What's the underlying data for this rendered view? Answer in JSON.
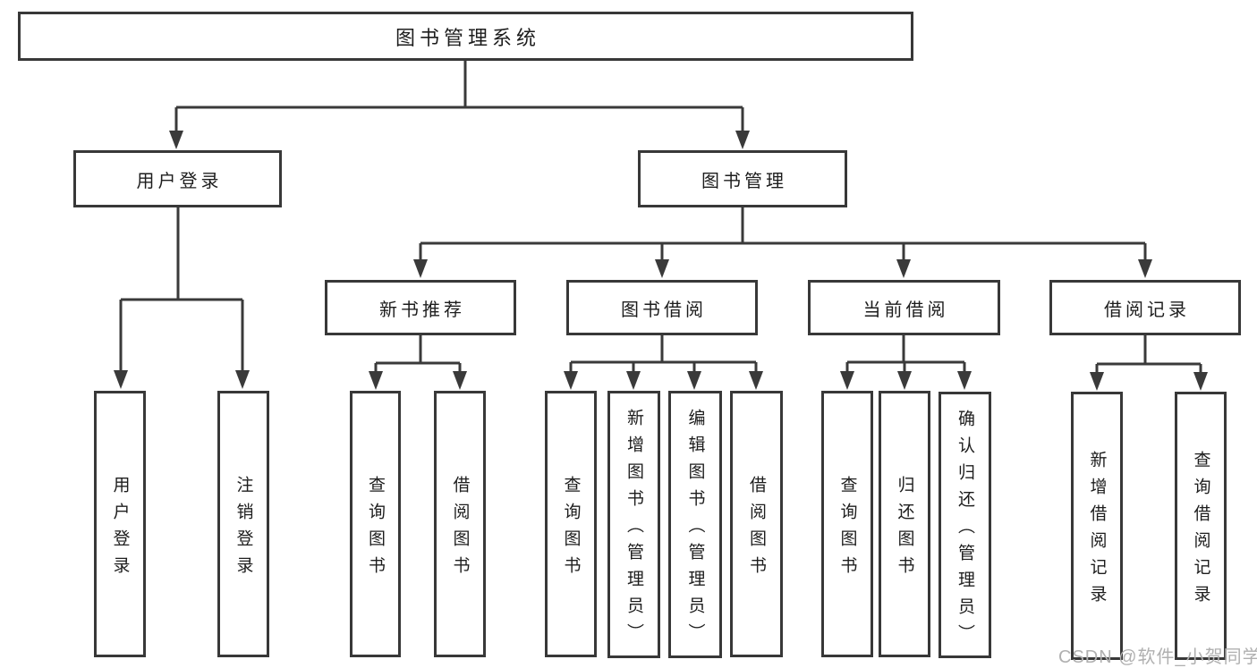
{
  "diagram": {
    "title": "图书管理系统",
    "level2": [
      {
        "label": "用户登录"
      },
      {
        "label": "图书管理"
      }
    ],
    "level3": [
      {
        "label": "新书推荐"
      },
      {
        "label": "图书借阅"
      },
      {
        "label": "当前借阅"
      },
      {
        "label": "借阅记录"
      }
    ],
    "leaves": [
      {
        "label": "用户登录"
      },
      {
        "label": "注销登录"
      },
      {
        "label": "查询图书"
      },
      {
        "label": "借阅图书"
      },
      {
        "label": "查询图书"
      },
      {
        "label": "新增图书（管理员）"
      },
      {
        "label": "编辑图书（管理员）"
      },
      {
        "label": "借阅图书"
      },
      {
        "label": "查询图书"
      },
      {
        "label": "归还图书"
      },
      {
        "label": "确认归还（管理员）"
      },
      {
        "label": "新增借阅记录"
      },
      {
        "label": "查询借阅记录"
      }
    ],
    "watermark": "CSDN @软件_小贺同学",
    "colors": {
      "line": "#3a3a3a",
      "text": "#1d1d1d",
      "watermark": "#b0b0b0",
      "background": "#ffffff"
    }
  }
}
